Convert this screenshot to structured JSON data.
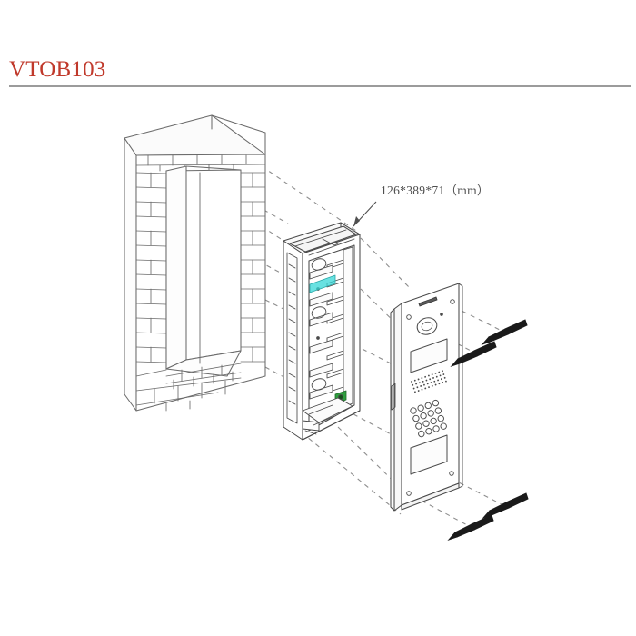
{
  "header": {
    "product_title": "VTOB103",
    "title_color": "#c0392b",
    "rule_color": "#9b9b9b"
  },
  "diagram": {
    "type": "exploded-isometric-installation-drawing",
    "annotations": {
      "dimension_label": "126*389*71（mm）",
      "dimension_target": "flush-mount-back-box"
    },
    "components": [
      {
        "name": "brick-wall-with-recess",
        "label": "Brick wall with rectangular flush-mount opening",
        "stroke": "#6b6b6b"
      },
      {
        "name": "flush-mount-back-box",
        "label": "Metal flush-mount back box",
        "dimensions": "126*389*71（mm）",
        "stroke": "#4a4a4a",
        "accent_colors": {
          "indicator_strip": "#36d7d7",
          "terminal_connector": "#2e9e3e"
        }
      },
      {
        "name": "door-station-front-panel",
        "label": "Door station front panel",
        "stroke": "#4a4a4a",
        "features": [
          "brand-logo",
          "camera-lens",
          "display-window",
          "speaker-grille",
          "keypad",
          "card-reader-window",
          "corner-screw-holes"
        ],
        "keypad_rows": 4,
        "keypad_cols": 4
      },
      {
        "name": "mounting-screws",
        "label": "Mounting screws",
        "count": 4,
        "stroke": "#1a1a1a"
      }
    ],
    "assembly_lines": {
      "style": "dashed",
      "color": "#8d8d8d",
      "description": "Dashed alignment lines linking wall recess, back box, front panel and screws"
    },
    "background_color": "#ffffff"
  }
}
